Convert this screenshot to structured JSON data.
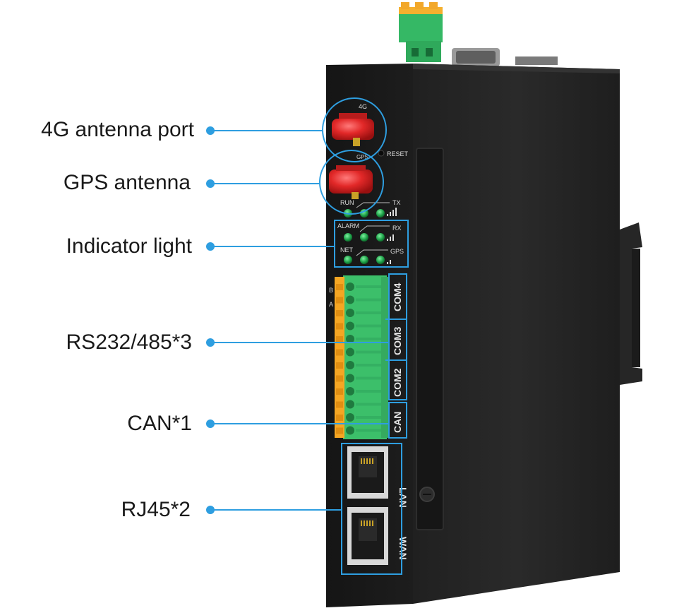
{
  "callouts": [
    {
      "id": "4g",
      "label": "4G antenna port"
    },
    {
      "id": "gps",
      "label": "GPS antenna"
    },
    {
      "id": "led",
      "label": "Indicator light"
    },
    {
      "id": "rs",
      "label": "RS232/485*3"
    },
    {
      "id": "can",
      "label": "CAN*1"
    },
    {
      "id": "rj",
      "label": "RJ45*2"
    }
  ],
  "device": {
    "antenna_4g": "4G",
    "antenna_gps": "GPS",
    "reset": "RESET",
    "led_run": "RUN",
    "led_tx": "TX",
    "led_alarm": "ALARM",
    "led_rx": "RX",
    "led_net": "NET",
    "led_gps": "GPS",
    "terminal_b": "B",
    "terminal_a": "A",
    "com4": "COM4",
    "com3": "COM3",
    "com2": "COM2",
    "can": "CAN",
    "lan": "LAN",
    "wan": "WAN"
  },
  "colors": {
    "callout_line": "#2e9ee0",
    "body": "#1c1c1c",
    "side": "#242424",
    "terminal": "#3cbf6a",
    "pins": "#f5a623",
    "antenna": "#e22828",
    "led": "#1fa34a"
  }
}
